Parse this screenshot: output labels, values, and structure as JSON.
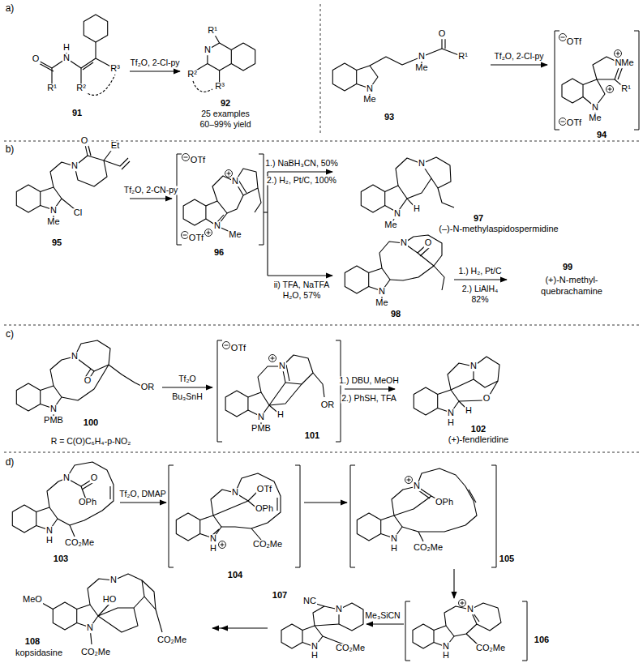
{
  "diagram": {
    "labels": [
      "a)",
      "O",
      "H",
      "N",
      "R¹",
      "R²",
      "R³",
      "91",
      "Tf₂O, 2-Cl-py",
      "R¹",
      "N",
      "R²",
      "R³",
      "92",
      "25 examples",
      "60–99% yield",
      "N",
      "Me",
      "N",
      "Me",
      "O",
      "R¹",
      "93",
      "Tf₂O, 2-Cl-py",
      "OTf",
      "NMe",
      "R¹",
      "N",
      "Me",
      "OTf",
      "94",
      "b)",
      "O",
      "Et",
      "N",
      "Cl",
      "N",
      "Me",
      "95",
      "Tf₂O, 2-CN-py",
      "OTf",
      "N",
      "N",
      "Me",
      "OTf",
      "96",
      "1.) NaBH₃CN, 50%",
      "2.) H₂, Pt/C, 100%",
      "N",
      "N",
      "Me",
      "H",
      "97",
      "(–)-N-methylaspidospermidine",
      "ii) TFA, NaTFA",
      "H₂O, 57%",
      "N",
      "O",
      "N",
      "Me",
      "98",
      "1.) H₂, Pt/C",
      "2.) LiAlH₄",
      "82%",
      "99",
      "(+)-N-methyl-",
      "quebrachamine",
      "c)",
      "N",
      "O",
      "OR",
      "N",
      "PMB",
      "100",
      "R = C(O)C₆H₄-p-NO₂",
      "Tf₂O",
      "Bu₃SnH",
      "OTf",
      "N",
      "OR",
      "N",
      "H",
      "PMB",
      "101",
      "1.) DBU, MeOH",
      "2.) PhSH, TFA",
      "N",
      "O",
      "N",
      "H",
      "H",
      "102",
      "(+)-fendleridine",
      "d)",
      "N",
      "O",
      "OPh",
      "N",
      "H",
      "CO₂Me",
      "103",
      "Tf₂O, DMAP",
      "N",
      "OTf",
      "OPh",
      "N",
      "H",
      "CO₂Me",
      "104",
      "N",
      "OPh",
      "N",
      "H",
      "CO₂Me",
      "105",
      "N",
      "N",
      "H",
      "CO₂Me",
      "106",
      "Me₃SiCN",
      "NC",
      "N",
      "N",
      "H",
      "CO₂Me",
      "107",
      "MeO",
      "HO",
      "N",
      "N",
      "CO₂Me",
      "CO₂Me",
      "108",
      "kopsidasine"
    ]
  }
}
